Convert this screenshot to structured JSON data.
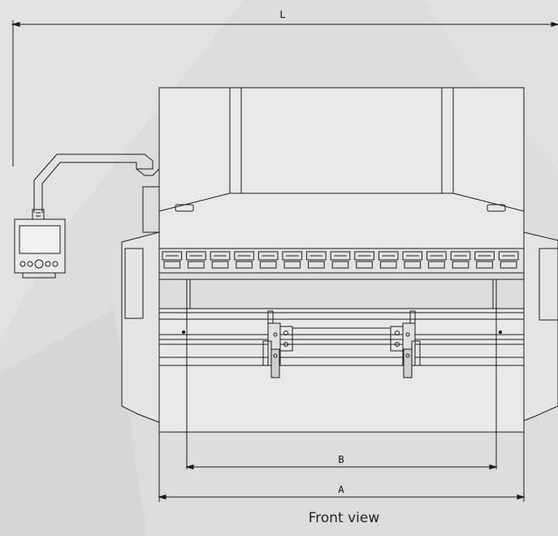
{
  "dimensions": {
    "L": "L",
    "B": "B",
    "A": "A"
  },
  "caption": "Front view",
  "colors": {
    "background": "#d8d8d8",
    "panel": "#e6e6e6",
    "line": "#1a1a1a"
  }
}
